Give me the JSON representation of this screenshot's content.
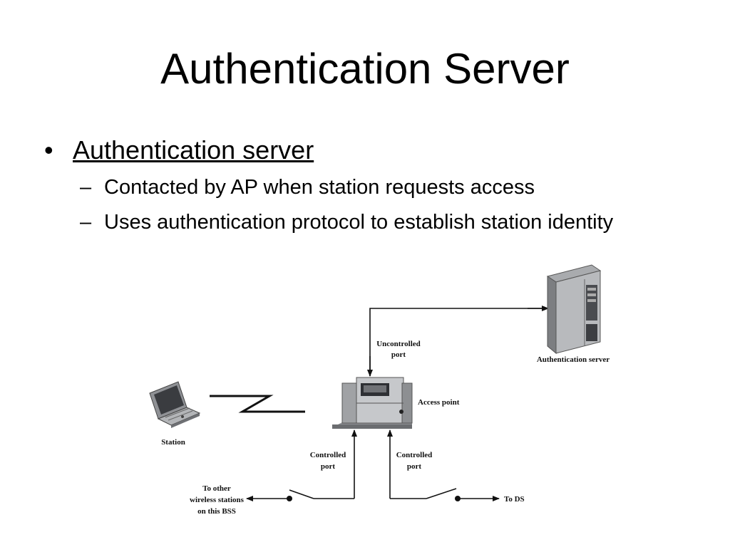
{
  "slide": {
    "title": "Authentication Server",
    "bullet": "Authentication server",
    "sub_bullets": [
      "Contacted by AP when station requests access",
      "Uses authentication protocol to establish station identity"
    ]
  },
  "diagram": {
    "labels": {
      "uncontrolled_port": [
        "Uncontrolled",
        "port"
      ],
      "authentication_server": "Authentication server",
      "access_point": "Access point",
      "station": "Station",
      "controlled_port_left": [
        "Controlled",
        "port"
      ],
      "controlled_port_right": [
        "Controlled",
        "port"
      ],
      "to_other": [
        "To other",
        "wireless stations",
        "on this BSS"
      ],
      "to_ds": "To DS"
    }
  }
}
